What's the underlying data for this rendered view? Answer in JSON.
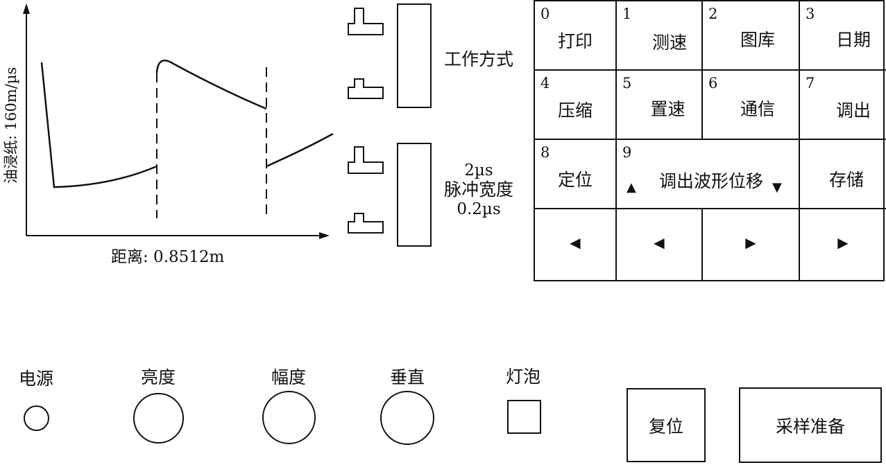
{
  "scope": {
    "y_label": "油浸纸: 160m/µs",
    "x_label": "距离: 0.8512m"
  },
  "mode_switch": {
    "label": "工作方式"
  },
  "pulse_switch": {
    "label_top": "2µs",
    "label_mid": "脉冲宽度",
    "label_bottom": "0.2µs"
  },
  "keypad": {
    "row1": [
      {
        "num": "0",
        "label": "打印"
      },
      {
        "num": "1",
        "label": "测速"
      },
      {
        "num": "2",
        "label": "图库"
      },
      {
        "num": "3",
        "label": "日期"
      }
    ],
    "row2": [
      {
        "num": "4",
        "label": "压缩"
      },
      {
        "num": "5",
        "label": "置速"
      },
      {
        "num": "6",
        "label": "通信"
      },
      {
        "num": "7",
        "label": "调出"
      }
    ],
    "row3": {
      "k8": {
        "num": "8",
        "label": "定位"
      },
      "k9": {
        "num": "9",
        "label": "调出波形位移"
      },
      "store": {
        "label": "存储"
      }
    },
    "row4": [
      "◀",
      "◀",
      "▶",
      "▶"
    ]
  },
  "controls": {
    "power": "电源",
    "brightness": "亮度",
    "amplitude": "幅度",
    "vertical": "垂直",
    "lamp": "灯泡",
    "reset": "复位",
    "sample_ready": "采样准备"
  }
}
